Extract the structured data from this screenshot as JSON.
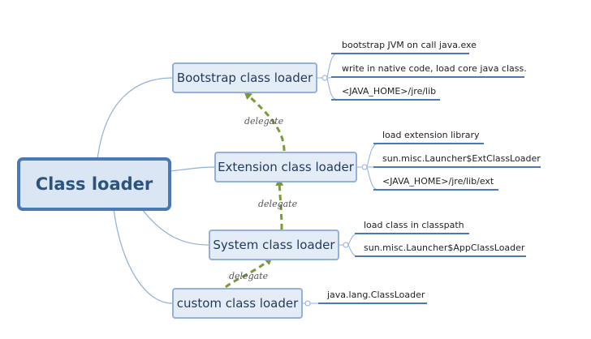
{
  "root": {
    "label": "Class loader"
  },
  "loaders": [
    {
      "label": "Bootstrap class loader",
      "details": [
        "bootstrap JVM on call java.exe",
        "write in native code, load core java class.",
        "<JAVA_HOME>/jre/lib"
      ]
    },
    {
      "label": "Extension class loader",
      "details": [
        "load extension library",
        "sun.misc.Launcher$ExtClassLoader",
        "<JAVA_HOME>/jre/lib/ext"
      ]
    },
    {
      "label": "System class loader",
      "details": [
        "load class in classpath",
        "sun.misc.Launcher$AppClassLoader"
      ]
    },
    {
      "label": "custom class loader",
      "details": [
        "java.lang.ClassLoader"
      ]
    }
  ],
  "delegations": [
    {
      "from": "Extension class loader",
      "to": "Bootstrap class loader",
      "label": "delegate"
    },
    {
      "from": "System class loader",
      "to": "Extension class loader",
      "label": "delegate"
    },
    {
      "from": "custom class loader",
      "to": "System class loader",
      "label": "delegate"
    }
  ],
  "colors": {
    "branch_line": "#8fb0d8",
    "underline": "#4a79b6",
    "delegate_arrow": "#7a9a3a",
    "node_fill": "#e4ecf7",
    "root_border": "#4a79b6"
  }
}
